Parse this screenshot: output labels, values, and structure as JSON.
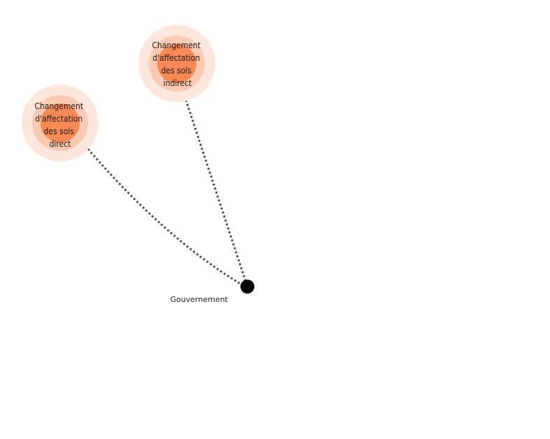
{
  "nodes": {
    "direct": {
      "label_lines": [
        "Changement",
        "d'affectation",
        "des sols",
        "direct"
      ]
    },
    "indirect": {
      "label_lines": [
        "Changement",
        "d'affectation",
        "des sols",
        "indirect"
      ]
    },
    "government": {
      "label": "Gouvernement"
    }
  },
  "colors": {
    "halo_outer": "#fde6dc",
    "halo_mid": "#fcc9b2",
    "core": "#f98a55",
    "gov_dot": "#000000",
    "link": "#555555"
  }
}
